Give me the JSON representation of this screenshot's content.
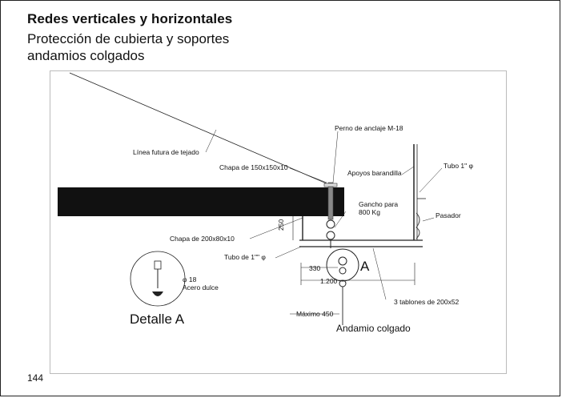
{
  "header": {
    "title": "Redes verticales y horizontales",
    "subtitle_line1": "Protección de cubierta y soportes",
    "subtitle_line2": "andamios colgados"
  },
  "drawing": {
    "labels": {
      "linea_futura": "Línea futura de tejado",
      "perno": "Perno de anclaje M-18",
      "chapa_150": "Chapa de 150x150x10",
      "apoyos": "Apoyos barandilla",
      "tubo_1": "Tubo 1\" φ",
      "gancho_1": "Gancho para",
      "gancho_2": "800 Kg",
      "pasador": "Pasador",
      "chapa_200": "Chapa de 200x80x10",
      "tubo_12": "Tubo de 1\"\" φ",
      "dim_250": "250",
      "dim_330": "330",
      "dim_1200": "1.200",
      "marker_a": "A",
      "phi_18": "φ 18",
      "acero": "Acero dulce",
      "tablones": "3 tablones de 200x52",
      "detalle": "Detalle  A",
      "maximo": "Máximo 450",
      "andamio": "Andamio colgado"
    }
  },
  "footer": {
    "page_number": "144"
  }
}
